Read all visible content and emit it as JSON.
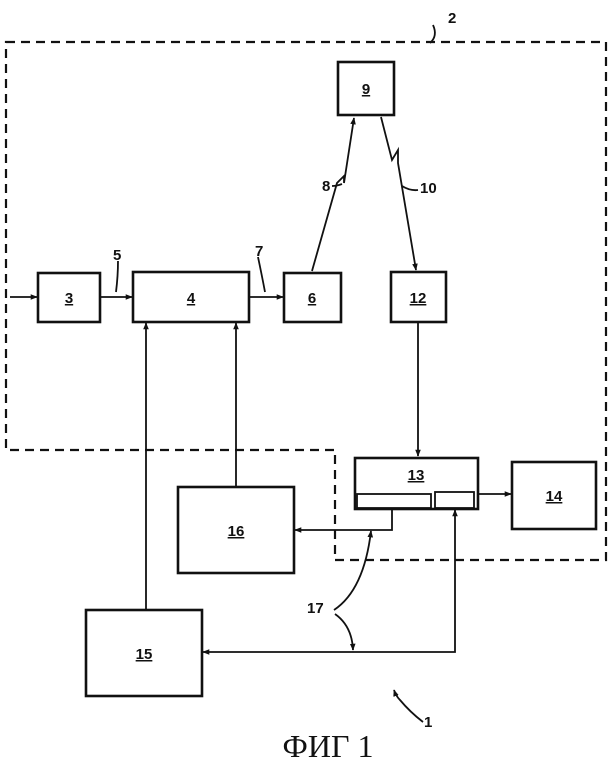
{
  "figure": {
    "caption": "ФИГ 1",
    "blocks": {
      "b3": "3",
      "b4": "4",
      "b6": "6",
      "b9": "9",
      "b12": "12",
      "b13": "13",
      "b14": "14",
      "b15": "15",
      "b16": "16"
    },
    "refs": {
      "r1": "1",
      "r2": "2",
      "r5": "5",
      "r7": "7",
      "r8": "8",
      "r10": "10",
      "r17": "17"
    }
  }
}
